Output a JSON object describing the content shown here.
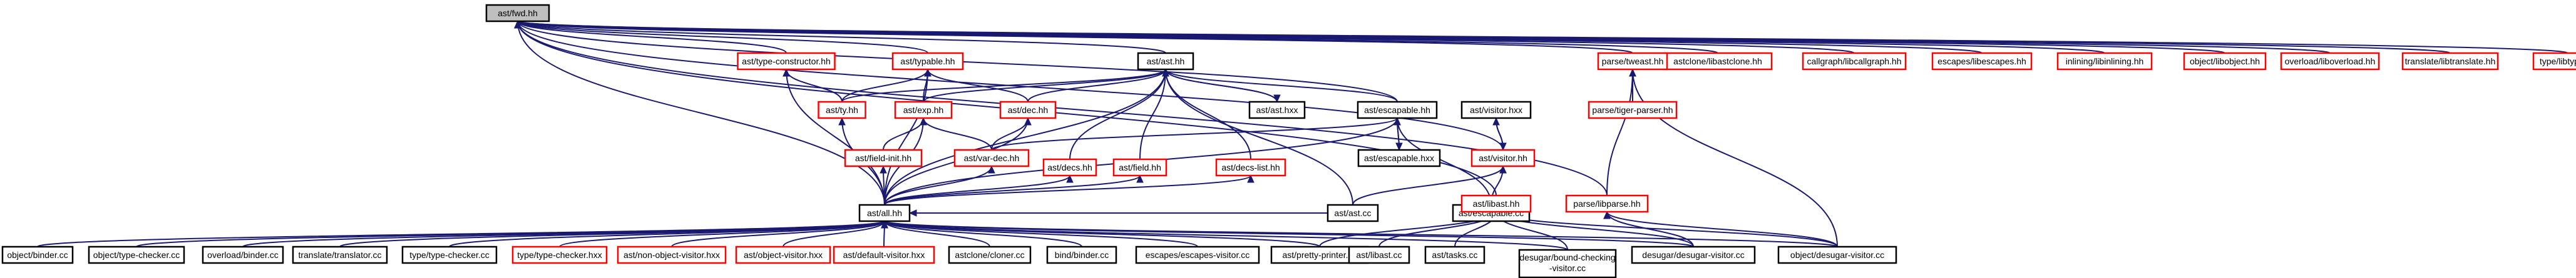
{
  "graph": {
    "nodes": [
      {
        "id": "root",
        "label": "ast/fwd.hh",
        "color": "root"
      },
      {
        "id": "typecons",
        "label": "ast/type-constructor.hh",
        "color": "red"
      },
      {
        "id": "typable",
        "label": "ast/typable.hh",
        "color": "red"
      },
      {
        "id": "asthh",
        "label": "ast/ast.hh",
        "color": "black"
      },
      {
        "id": "libastclone",
        "label": "astclone/libastclone.hh",
        "color": "red"
      },
      {
        "id": "callgraph",
        "label": "callgraph/libcallgraph.hh",
        "color": "red"
      },
      {
        "id": "escapes",
        "label": "escapes/libescapes.hh",
        "color": "red"
      },
      {
        "id": "inlining",
        "label": "inlining/libinlining.hh",
        "color": "red"
      },
      {
        "id": "objlib",
        "label": "object/libobject.hh",
        "color": "red"
      },
      {
        "id": "overload",
        "label": "overload/liboverload.hh",
        "color": "red"
      },
      {
        "id": "translate",
        "label": "translate/libtranslate.hh",
        "color": "red"
      },
      {
        "id": "libtype",
        "label": "type/libtype.hh",
        "color": "red"
      },
      {
        "id": "tweast",
        "label": "parse/tweast.hh",
        "color": "red"
      },
      {
        "id": "tigerparser",
        "label": "parse/tiger-parser.hh",
        "color": "red"
      },
      {
        "id": "tyhh",
        "label": "ast/ty.hh",
        "color": "red"
      },
      {
        "id": "exphh",
        "label": "ast/exp.hh",
        "color": "red"
      },
      {
        "id": "dechh",
        "label": "ast/dec.hh",
        "color": "red"
      },
      {
        "id": "asthxx",
        "label": "ast/ast.hxx",
        "color": "black"
      },
      {
        "id": "escapable",
        "label": "ast/escapable.hh",
        "color": "black"
      },
      {
        "id": "visitorhxx",
        "label": "ast/visitor.hxx",
        "color": "black"
      },
      {
        "id": "fieldinit",
        "label": "ast/field-init.hh",
        "color": "red"
      },
      {
        "id": "vardec",
        "label": "ast/var-dec.hh",
        "color": "red"
      },
      {
        "id": "escapablehxx",
        "label": "ast/escapable.hxx",
        "color": "black"
      },
      {
        "id": "visitorhh",
        "label": "ast/visitor.hh",
        "color": "red"
      },
      {
        "id": "decshh",
        "label": "ast/decs.hh",
        "color": "red"
      },
      {
        "id": "fieldhh",
        "label": "ast/field.hh",
        "color": "red"
      },
      {
        "id": "decslist",
        "label": "ast/decs-list.hh",
        "color": "red"
      },
      {
        "id": "astcc",
        "label": "ast/ast.cc",
        "color": "black"
      },
      {
        "id": "escapablecc",
        "label": "ast/escapable.cc",
        "color": "black"
      },
      {
        "id": "libasthh",
        "label": "ast/libast.hh",
        "color": "red"
      },
      {
        "id": "libparse",
        "label": "parse/libparse.hh",
        "color": "red"
      },
      {
        "id": "allhh",
        "label": "ast/all.hh",
        "color": "black"
      },
      {
        "id": "objbinder",
        "label": "object/binder.cc",
        "color": "black"
      },
      {
        "id": "objtypechecker",
        "label": "object/type-checker.cc",
        "color": "black"
      },
      {
        "id": "ovlbinder",
        "label": "overload/binder.cc",
        "color": "black"
      },
      {
        "id": "translator",
        "label": "translate/translator.cc",
        "color": "black"
      },
      {
        "id": "typetypechecker",
        "label": "type/type-checker.cc",
        "color": "black"
      },
      {
        "id": "typetypecheckerhxx",
        "label": "type/type-checker.hxx",
        "color": "red"
      },
      {
        "id": "nonobjvisitor",
        "label": "ast/non-object-visitor.hxx",
        "color": "red"
      },
      {
        "id": "objvisitor",
        "label": "ast/object-visitor.hxx",
        "color": "red"
      },
      {
        "id": "defaultvisitor",
        "label": "ast/default-visitor.hxx",
        "color": "red"
      },
      {
        "id": "cloner",
        "label": "astclone/cloner.cc",
        "color": "black"
      },
      {
        "id": "bindbinder",
        "label": "bind/binder.cc",
        "color": "black"
      },
      {
        "id": "escapesvisitor",
        "label": "escapes/escapes-visitor.cc",
        "color": "black"
      },
      {
        "id": "prettyprinter",
        "label": "ast/pretty-printer.cc",
        "color": "black"
      },
      {
        "id": "libastcc",
        "label": "ast/libast.cc",
        "color": "black"
      },
      {
        "id": "tasks",
        "label": "ast/tasks.cc",
        "color": "black"
      },
      {
        "id": "boundchecking",
        "label": "desugar/bound-checking\n-visitor.cc",
        "color": "black"
      },
      {
        "id": "desugarvisitor",
        "label": "desugar/desugar-visitor.cc",
        "color": "black"
      },
      {
        "id": "objdesugar",
        "label": "object/desugar-visitor.cc",
        "color": "black"
      }
    ]
  }
}
